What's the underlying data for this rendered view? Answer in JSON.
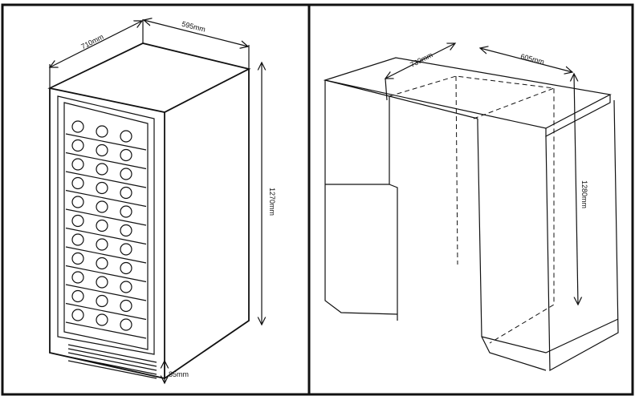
{
  "left_panel": {
    "title": "Wine cooler dimensions",
    "depth": "710mm",
    "width": "595mm",
    "height": "1270mm",
    "base_height": "85mm"
  },
  "right_panel": {
    "title": "Cabinet cutout dimensions",
    "depth": "730mm",
    "width": "605mm",
    "height": "1280mm"
  }
}
